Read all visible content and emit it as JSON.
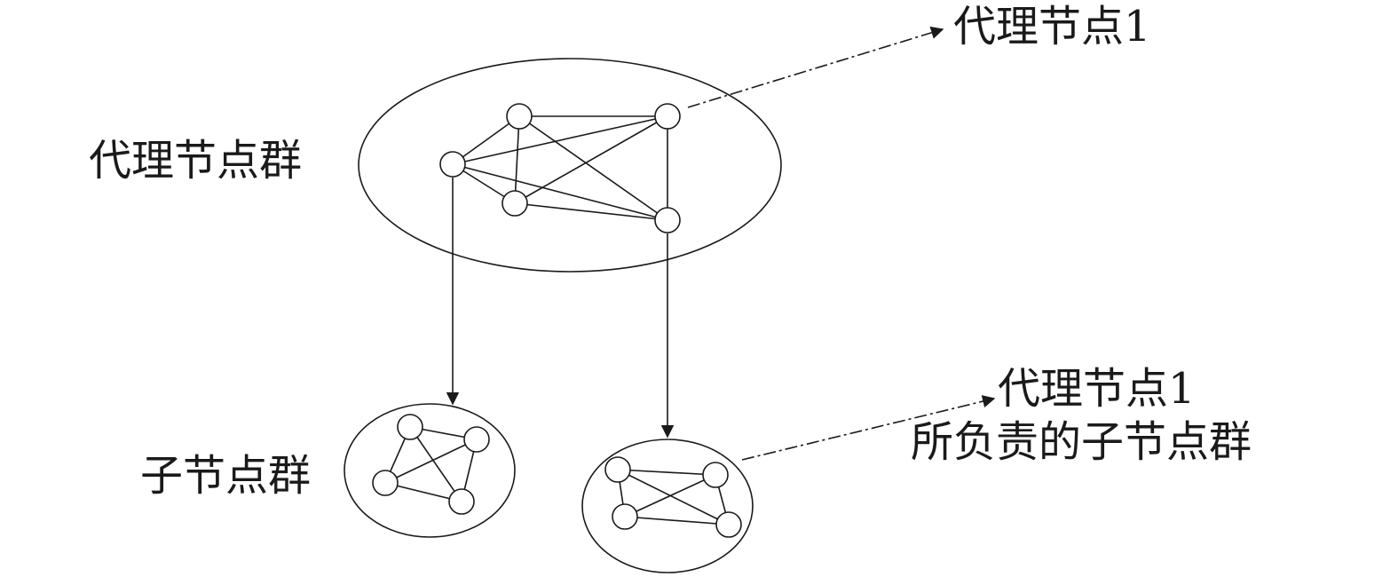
{
  "labels": {
    "proxy_group": "代理节点群",
    "sub_group": "子节点群",
    "proxy_node_1": "代理节点1",
    "proxy_node_1_sub_line1": "代理节点1",
    "proxy_node_1_sub_line2": "所负责的子节点群"
  },
  "colors": {
    "stroke": "#1a1a1a",
    "background": "#ffffff"
  }
}
